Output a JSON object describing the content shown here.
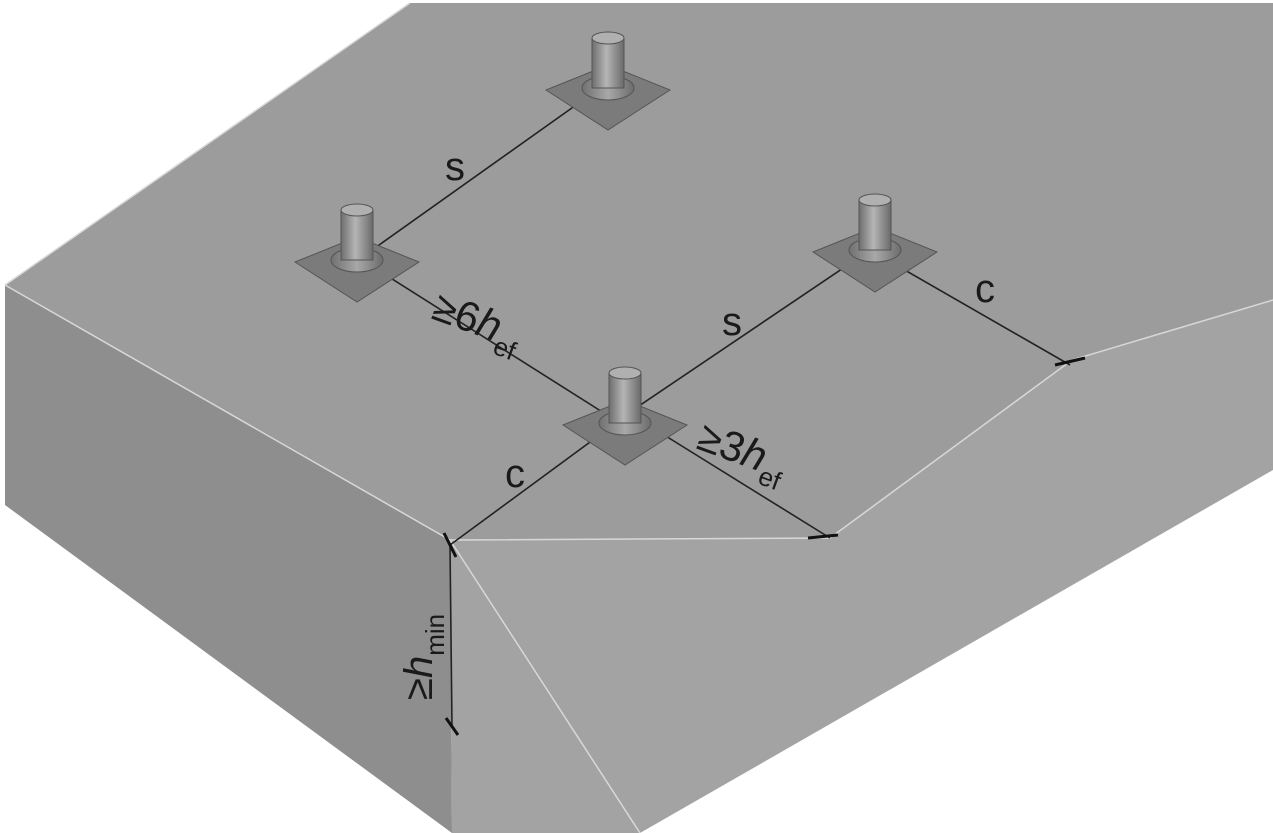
{
  "labels": {
    "s_top": "s",
    "s_right": "s",
    "c_front": "c",
    "c_right": "c",
    "six_h_ef": {
      "prefix": "≥6",
      "var": "h",
      "sub": "ef"
    },
    "three_h_ef": {
      "prefix": "≥3",
      "var": "h",
      "sub": "ef"
    },
    "h_min": {
      "prefix": "≥",
      "var": "h",
      "sub": "min"
    }
  },
  "colors": {
    "top_face": "#9c9c9c",
    "left_face": "#8e8e8e",
    "front_face": "#a3a3a3",
    "plate": "#7d7d7d",
    "nut": "#8a8a8a",
    "bolt": "#9a9a9a"
  }
}
